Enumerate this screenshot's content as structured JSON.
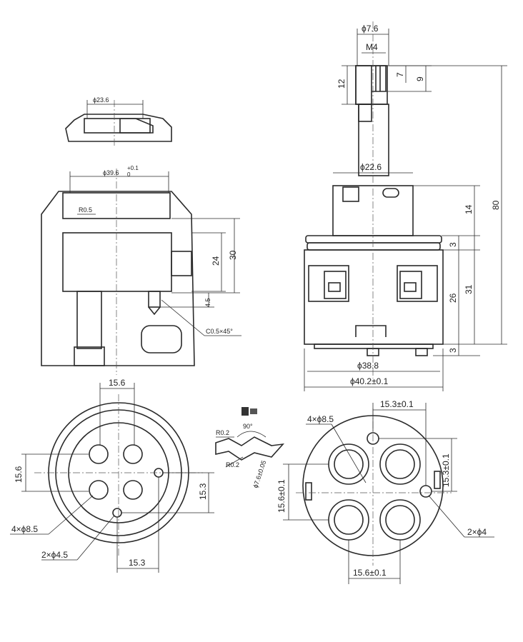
{
  "drawing": {
    "dims": {
      "phi_23_6": "ϕ23.6",
      "phi_39_6": "ϕ39.6",
      "tol_39_6_upper": "+0.1",
      "tol_39_6_lower": "0",
      "r_0_5": "R0.5",
      "d30": "30",
      "d24": "24",
      "d4_5": "4.5",
      "chamfer": "C0.5×45°",
      "phi_7_6": "ϕ7.6",
      "m4": "M4",
      "d7": "7",
      "d9": "9",
      "d12": "12",
      "phi_22_6": "ϕ22.6",
      "d14": "14",
      "d80": "80",
      "d3_top": "3",
      "d26": "26",
      "d31": "31",
      "d3_bottom": "3",
      "phi_38_8": "ϕ38.8",
      "phi_40_2": "ϕ40.2±0.1",
      "b_15_6_top": "15.6",
      "b_15_6_left": "15.6",
      "b_4x8_5": "4×ϕ8.5",
      "b_2x4_5": "2×ϕ4.5",
      "b_15_3_right": "15.3",
      "b_15_3_bottom": "15.3",
      "angle_90": "90°",
      "r_0_2_a": "R0.2",
      "r_0_2_b": "R0.2",
      "phi_7_6_tol": "ϕ7.6±0.05",
      "f_15_3_top": "15.3±0.1",
      "f_4x8_5": "4×ϕ8.5",
      "f_15_3_right": "15.3±0.1",
      "f_15_6_left": "15.6±0.1",
      "f_2x4": "2×ϕ4",
      "f_15_6_bottom": "15.6±0.1"
    }
  }
}
